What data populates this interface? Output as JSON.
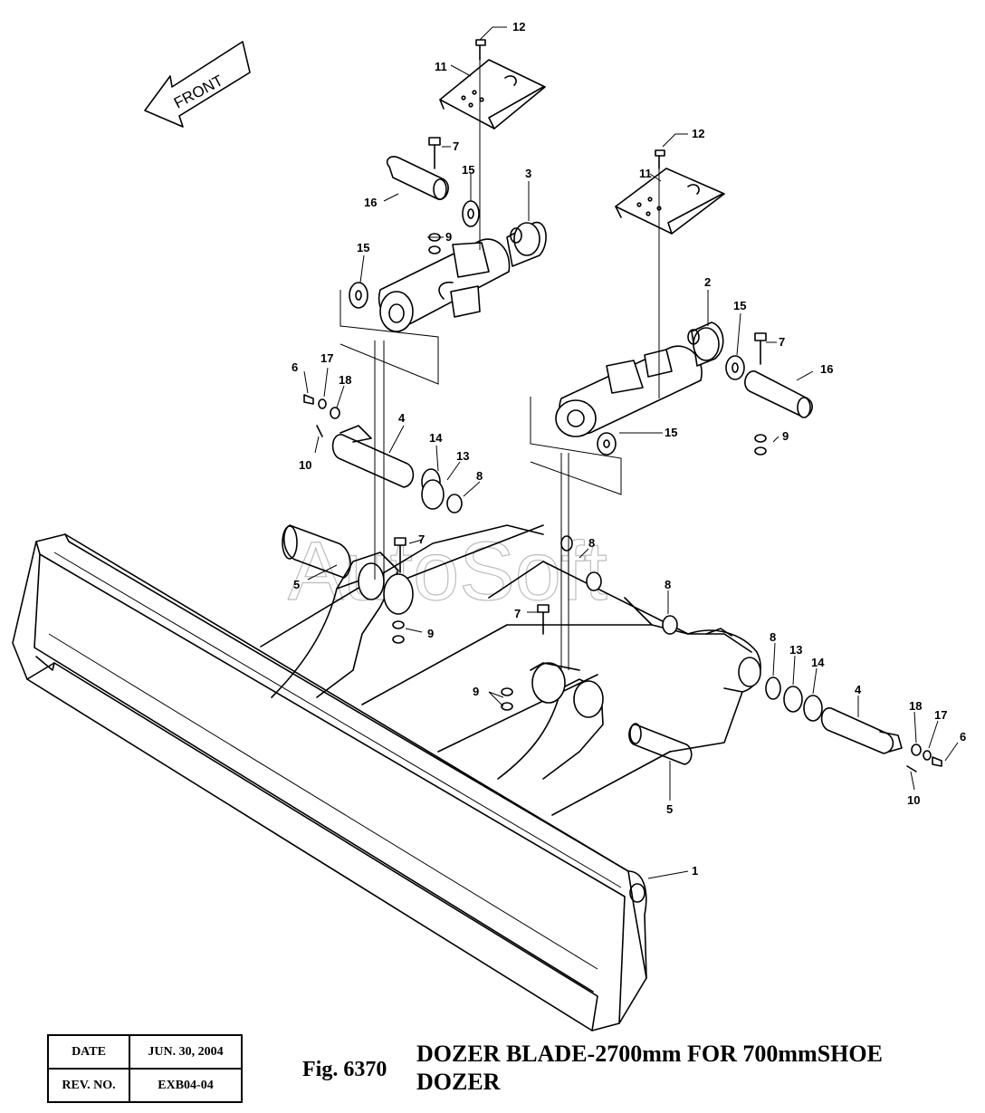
{
  "watermark": "AutoSoft",
  "direction_label": "FRONT",
  "callouts": [
    "1",
    "2",
    "3",
    "4",
    "5",
    "6",
    "7",
    "8",
    "9",
    "10",
    "11",
    "12",
    "13",
    "14",
    "15",
    "16",
    "17",
    "18"
  ],
  "info": {
    "date_label": "DATE",
    "date_value": "JUN. 30, 2004",
    "rev_label": "REV. NO.",
    "rev_value": "EXB04-04"
  },
  "caption": {
    "fig": "Fig. 6370",
    "title": "DOZER BLADE-2700mm FOR 700mmSHOE DOZER"
  }
}
